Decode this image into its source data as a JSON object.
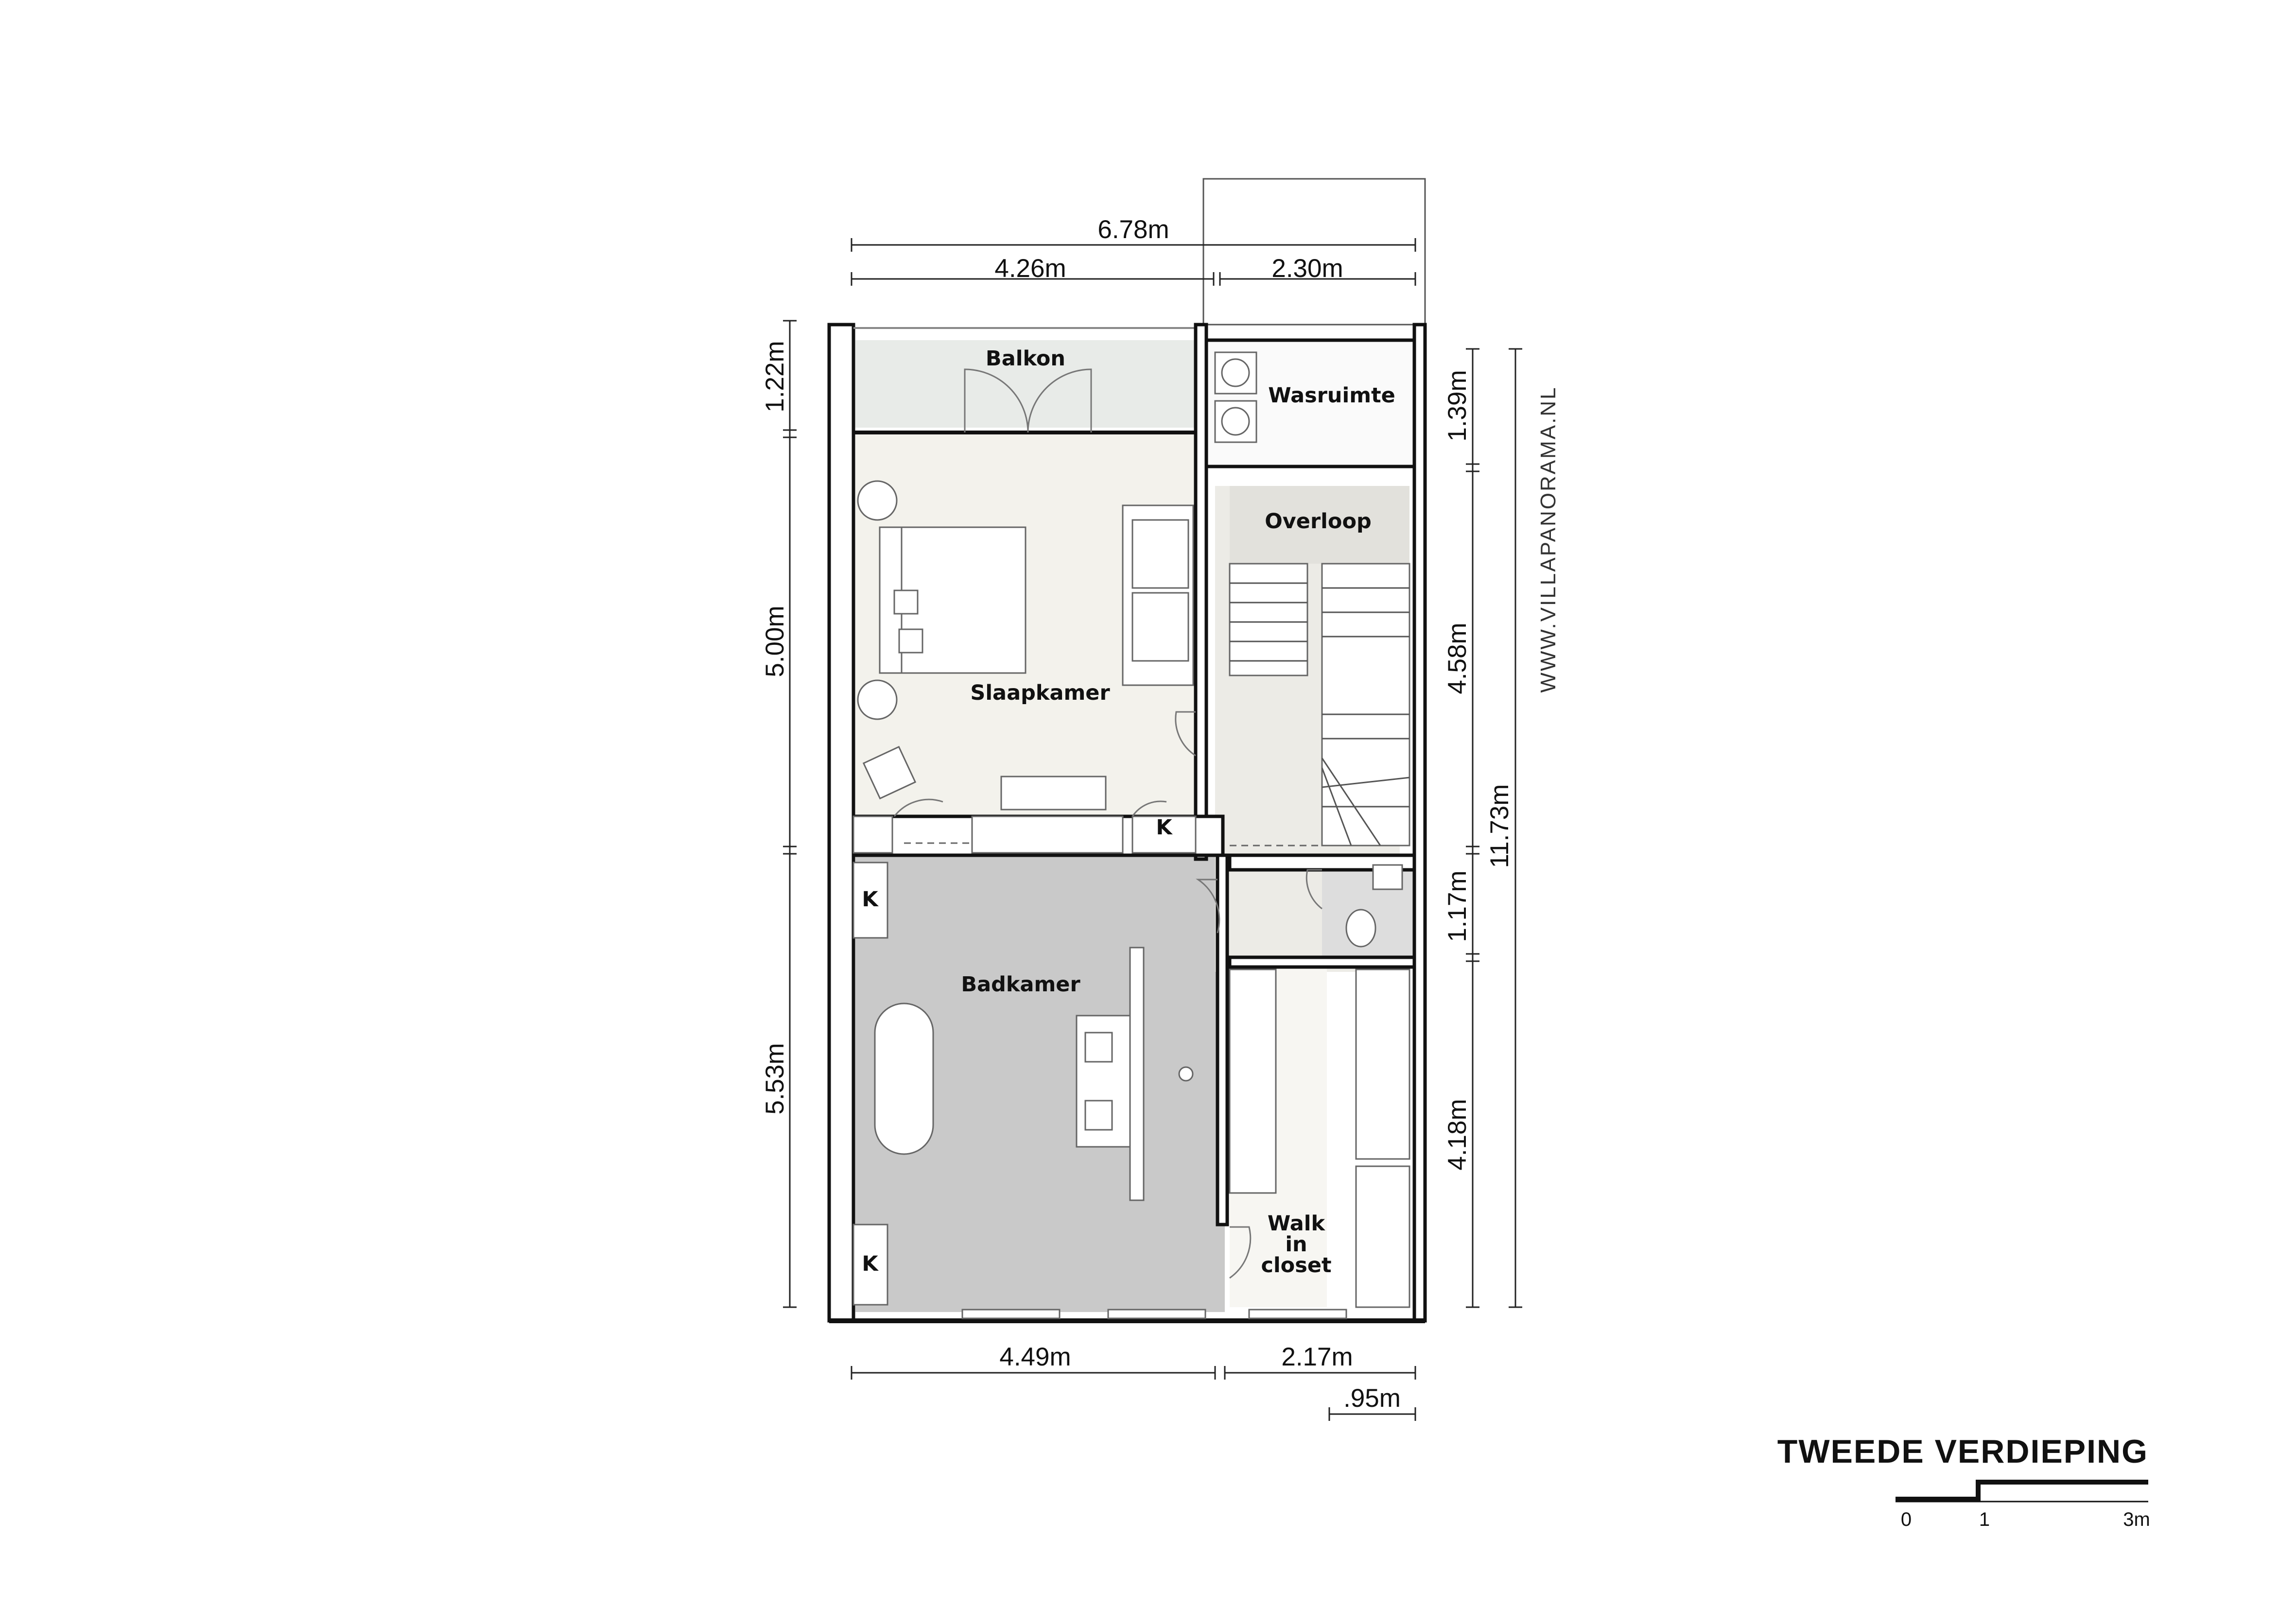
{
  "title": "TWEEDE VERDIEPING",
  "website": "WWW.VILLAPANORAMA.NL",
  "colors": {
    "floor_light": "#f3f2ec",
    "floor_grey": "#c9c9c9",
    "balcony": "#e8ebe8",
    "hall": "#ecebe6",
    "wall": "#111111"
  },
  "rooms": {
    "balkon": "Balkon",
    "wasruimte": "Wasruimte",
    "overloop": "Overloop",
    "slaapkamer": "Slaapkamer",
    "badkamer": "Badkamer",
    "walk_in_closet": [
      "Walk",
      "in",
      "closet"
    ],
    "k_top": "K",
    "k_left_1": "K",
    "k_left_2": "K"
  },
  "dimensions": {
    "top_total": "6.78m",
    "top_left": "4.26m",
    "top_right": "2.30m",
    "left_1": "1.22m",
    "left_2": "5.00m",
    "left_3": "5.53m",
    "right_1": "1.39m",
    "right_2": "4.58m",
    "right_3": "1.17m",
    "right_4": "4.18m",
    "right_total": "11.73m",
    "bottom_left": "4.49m",
    "bottom_right": "2.17m",
    "bottom_small": ".95m"
  },
  "scale_bar": {
    "labels": [
      "0",
      "1",
      "3m"
    ]
  }
}
